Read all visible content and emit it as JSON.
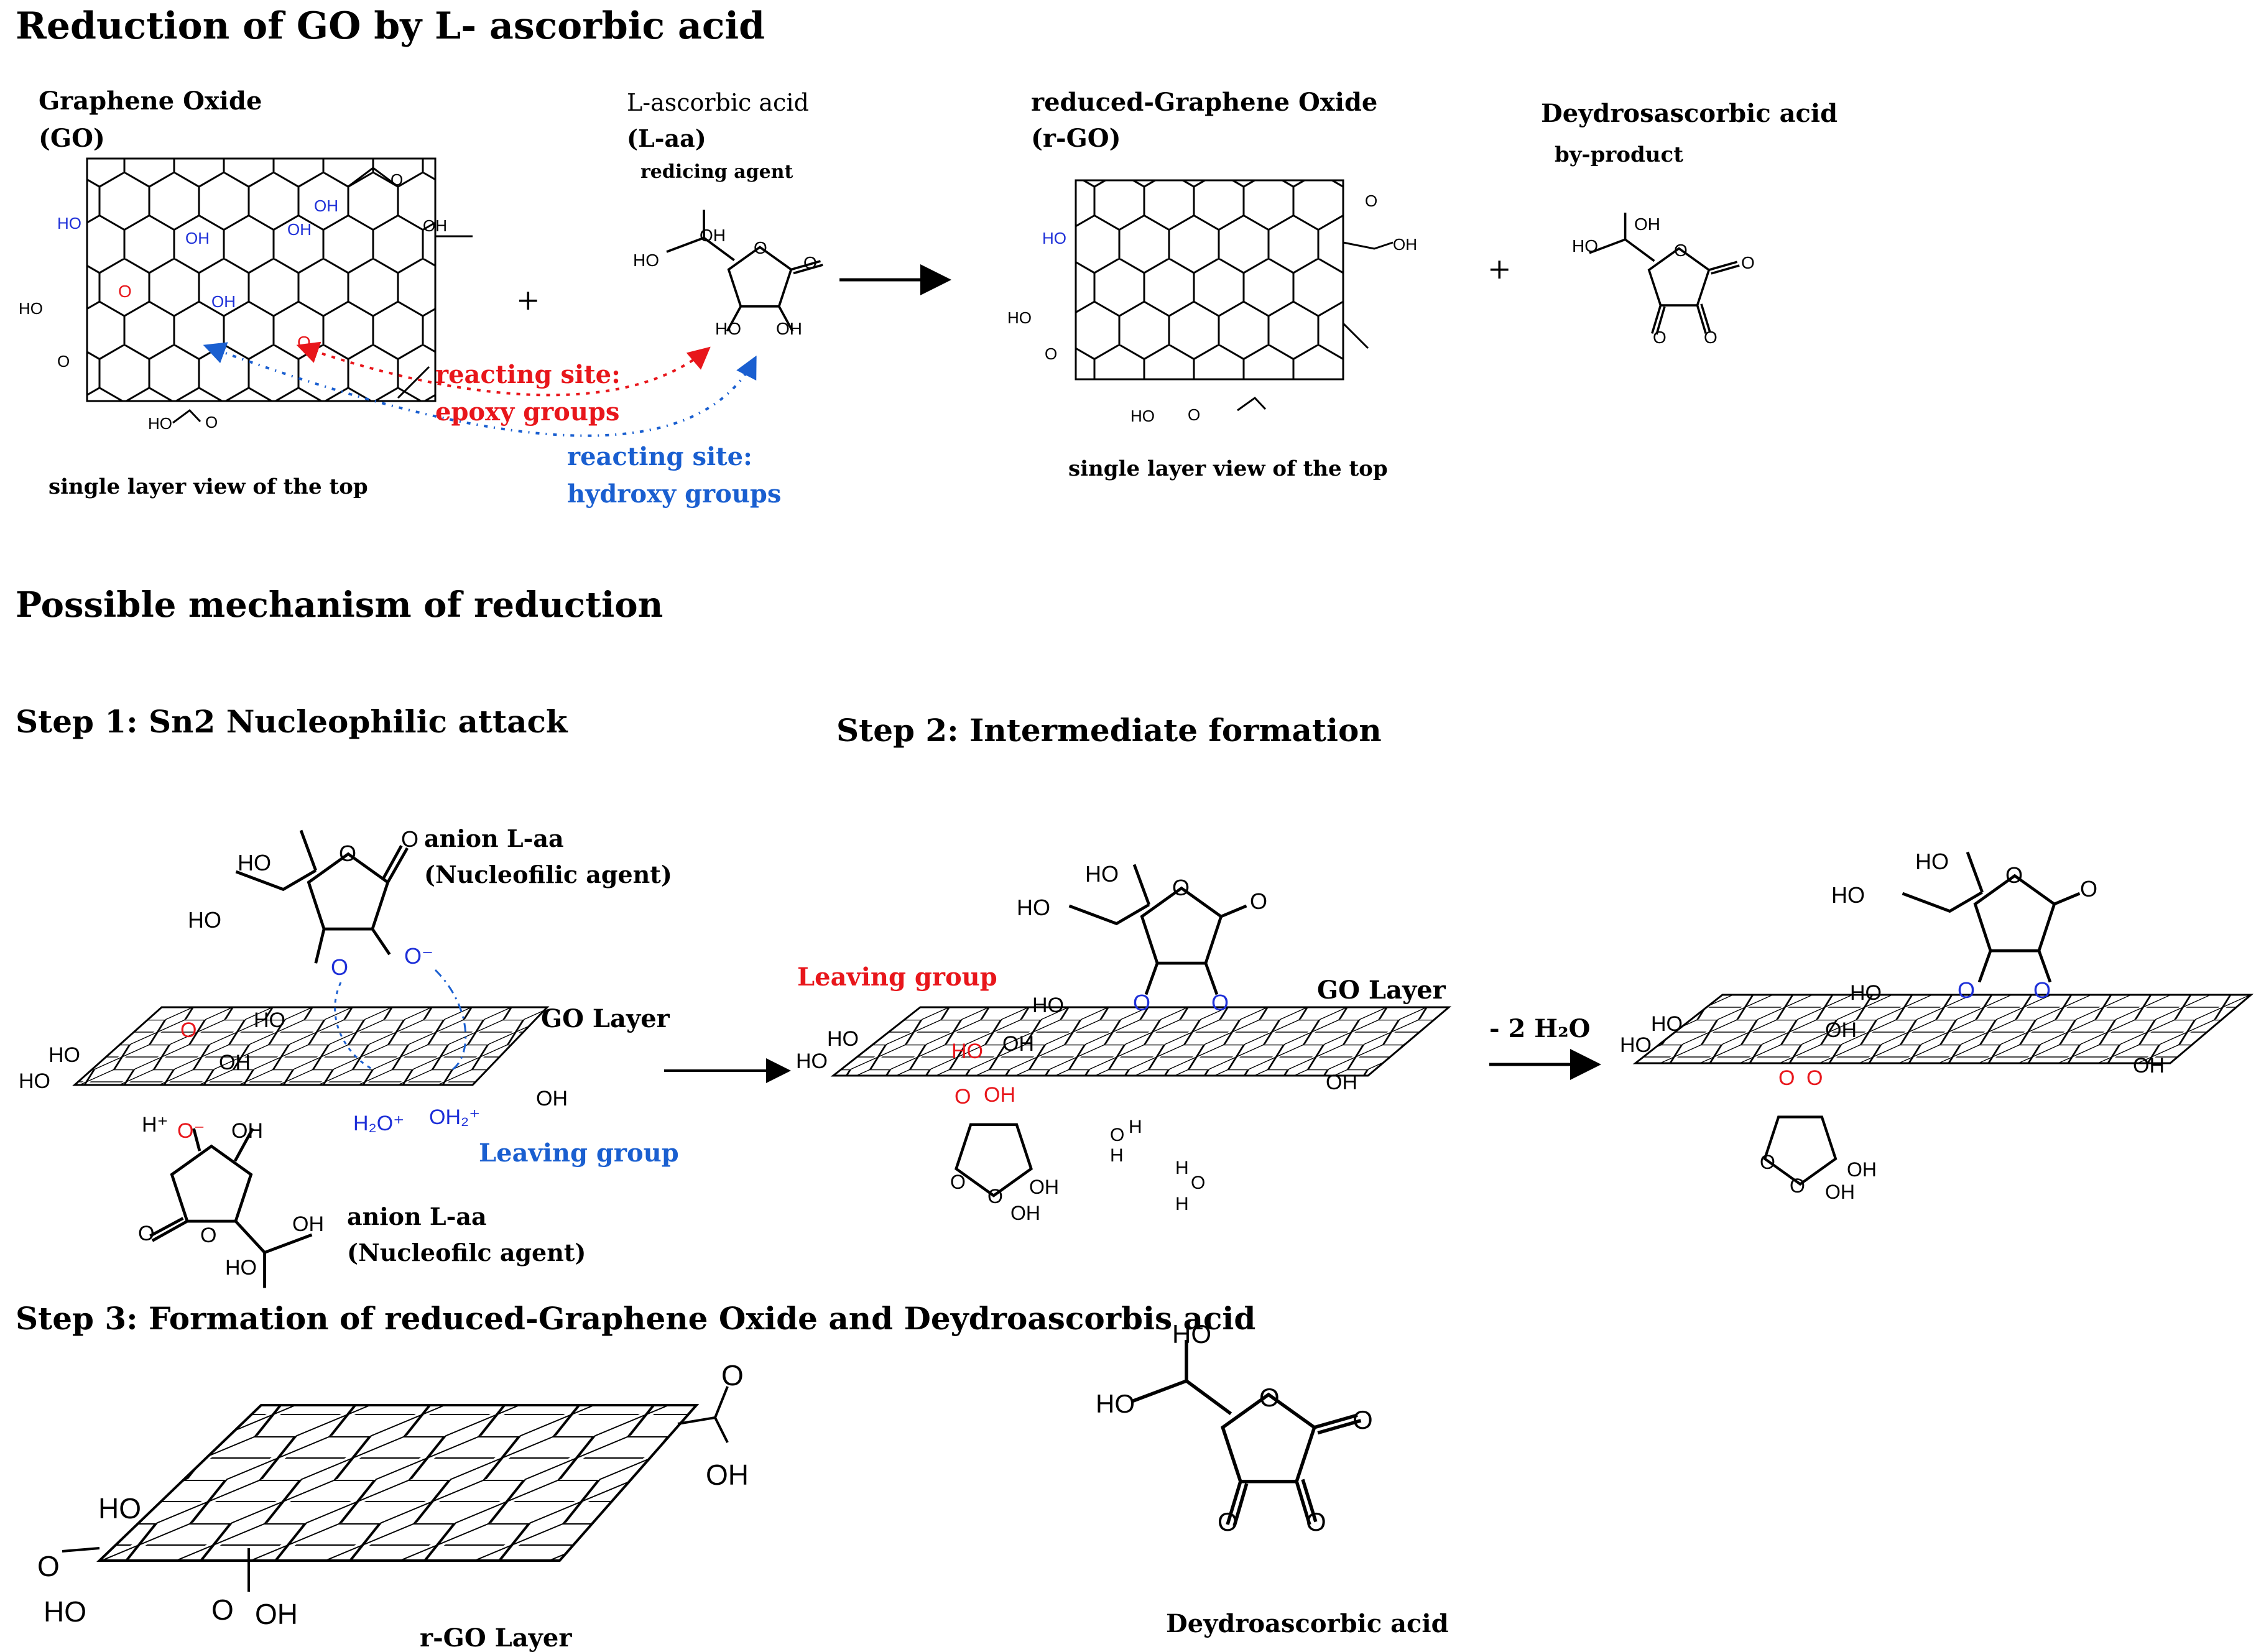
{
  "headings": {
    "main_title": "Reduction of GO by L- ascorbic acid",
    "mechanism_title": "Possible mechanism of reduction",
    "step1": "Step 1: Sn2 Nucleophilic attack",
    "step2": "Step 2: Intermediate formation",
    "step3": "Step 3: Formation of reduced-Graphene Oxide and Deydroascorbis acid"
  },
  "top_reaction": {
    "go_name": "Graphene Oxide",
    "go_abbr": "(GO)",
    "laa_name": "L-ascorbic  acid",
    "laa_abbr": "(L-aa)",
    "laa_role": "redicing agent",
    "rgo_name": "reduced-Graphene Oxide",
    "rgo_abbr": "(r-GO)",
    "dha_name": "Deydrosascorbic acid",
    "dha_role": "by-product",
    "plus": "+",
    "go_caption": "single layer view of the top",
    "rgo_caption": "single layer view of the top",
    "epoxy_site_line1": "reacting site:",
    "epoxy_site_line2": "epoxy groups",
    "hydroxy_site_line1": "reacting site:",
    "hydroxy_site_line2": "hydroxy groups"
  },
  "chem": {
    "ho": "HO",
    "oh": "OH",
    "o": "O",
    "h": "H",
    "o_minus": "O⁻",
    "h_plus": "H⁺",
    "h2o_plus": "H₂O⁺",
    "oh2_plus": "OH₂⁺"
  },
  "step1_labels": {
    "anion_top_line1": "anion L-aa",
    "anion_top_line2": "(Nucleofilic agent)",
    "go_layer": "GO Layer",
    "leaving_group": "Leaving group",
    "anion_bottom_line1": "anion L-aa",
    "anion_bottom_line2": "(Nucleofilc agent)"
  },
  "step2_labels": {
    "leaving_group": "Leaving group",
    "go_layer": "GO Layer",
    "minus_water": "- 2 H₂O"
  },
  "step3_labels": {
    "rgo_layer": "r-GO Layer",
    "dha": "Deydroascorbic acid"
  },
  "colors": {
    "ink": "#000000",
    "epoxy_red": "#e8161b",
    "hydroxy_blue": "#1a5fd0",
    "heteroatom_blue": "#1d2fd8"
  }
}
